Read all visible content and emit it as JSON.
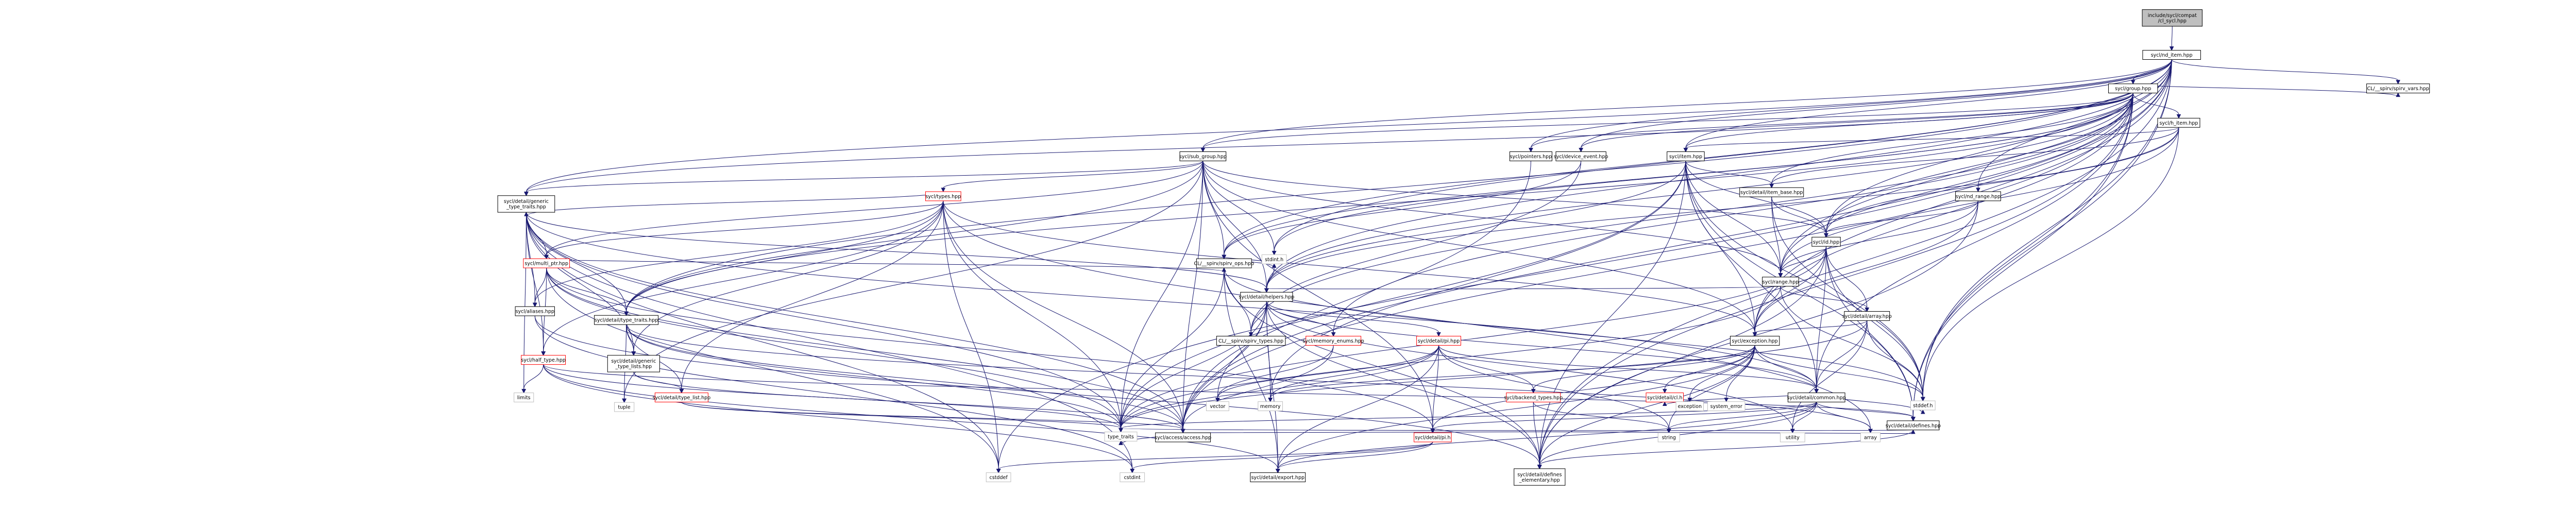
{
  "colors": {
    "root_fill": "#bfbfbf",
    "node_fill": "#ffffff",
    "node_stroke": "#000000",
    "external_stroke": "#bfbfbf",
    "truncated_stroke": "#ff0000",
    "edge": "#191970"
  },
  "nodes": [
    {
      "id": "root",
      "lines": [
        "include/sycl/compat",
        "/cl_sycl.hpp"
      ],
      "kind": "root"
    },
    {
      "id": "nd_item",
      "lines": [
        "sycl/nd_item.hpp"
      ],
      "kind": "normal"
    },
    {
      "id": "group",
      "lines": [
        "sycl/group.hpp"
      ],
      "kind": "normal"
    },
    {
      "id": "spirv_vars",
      "lines": [
        "CL/__spirv/spirv_vars.hpp"
      ],
      "kind": "normal"
    },
    {
      "id": "h_item",
      "lines": [
        "sycl/h_item.hpp"
      ],
      "kind": "normal"
    },
    {
      "id": "sub_group",
      "lines": [
        "sycl/sub_group.hpp"
      ],
      "kind": "normal"
    },
    {
      "id": "device_event",
      "lines": [
        "sycl/device_event.hpp"
      ],
      "kind": "normal"
    },
    {
      "id": "item",
      "lines": [
        "sycl/item.hpp"
      ],
      "kind": "normal"
    },
    {
      "id": "pointers",
      "lines": [
        "sycl/pointers.hpp"
      ],
      "kind": "normal"
    },
    {
      "id": "types",
      "lines": [
        "sycl/types.hpp"
      ],
      "kind": "truncated"
    },
    {
      "id": "generic_type_traits",
      "lines": [
        "sycl/detail/generic",
        "_type_traits.hpp"
      ],
      "kind": "normal"
    },
    {
      "id": "item_base",
      "lines": [
        "sycl/detail/item_base.hpp"
      ],
      "kind": "normal"
    },
    {
      "id": "nd_range",
      "lines": [
        "sycl/nd_range.hpp"
      ],
      "kind": "normal"
    },
    {
      "id": "id",
      "lines": [
        "sycl/id.hpp"
      ],
      "kind": "normal"
    },
    {
      "id": "multi_ptr",
      "lines": [
        "sycl/multi_ptr.hpp"
      ],
      "kind": "truncated"
    },
    {
      "id": "spirv_ops",
      "lines": [
        "CL/__spirv/spirv_ops.hpp"
      ],
      "kind": "normal"
    },
    {
      "id": "range",
      "lines": [
        "sycl/range.hpp"
      ],
      "kind": "normal"
    },
    {
      "id": "aliases",
      "lines": [
        "sycl/aliases.hpp"
      ],
      "kind": "normal"
    },
    {
      "id": "type_traits_detail",
      "lines": [
        "sycl/detail/type_traits.hpp"
      ],
      "kind": "normal"
    },
    {
      "id": "helpers",
      "lines": [
        "sycl/detail/helpers.hpp"
      ],
      "kind": "normal"
    },
    {
      "id": "array",
      "lines": [
        "sycl/detail/array.hpp"
      ],
      "kind": "normal"
    },
    {
      "id": "half_type",
      "lines": [
        "sycl/half_type.hpp"
      ],
      "kind": "truncated"
    },
    {
      "id": "generic_type_lists",
      "lines": [
        "sycl/detail/generic",
        "_type_lists.hpp"
      ],
      "kind": "normal"
    },
    {
      "id": "spirv_types",
      "lines": [
        "CL/__spirv/spirv_types.hpp"
      ],
      "kind": "normal"
    },
    {
      "id": "memory_enums",
      "lines": [
        "sycl/memory_enums.hpp"
      ],
      "kind": "truncated"
    },
    {
      "id": "pi_hpp",
      "lines": [
        "sycl/detail/pi.hpp"
      ],
      "kind": "truncated"
    },
    {
      "id": "exception",
      "lines": [
        "sycl/exception.hpp"
      ],
      "kind": "normal"
    },
    {
      "id": "type_list",
      "lines": [
        "sycl/detail/type_list.hpp"
      ],
      "kind": "truncated"
    },
    {
      "id": "backend_types",
      "lines": [
        "sycl/backend_types.hpp"
      ],
      "kind": "truncated"
    },
    {
      "id": "cl_h",
      "lines": [
        "sycl/detail/cl.h"
      ],
      "kind": "truncated"
    },
    {
      "id": "common",
      "lines": [
        "sycl/detail/common.hpp"
      ],
      "kind": "normal"
    },
    {
      "id": "defines",
      "lines": [
        "sycl/detail/defines.hpp"
      ],
      "kind": "normal"
    },
    {
      "id": "access",
      "lines": [
        "sycl/access/access.hpp"
      ],
      "kind": "normal"
    },
    {
      "id": "pi_h",
      "lines": [
        "sycl/detail/pi.h"
      ],
      "kind": "truncated"
    },
    {
      "id": "export",
      "lines": [
        "sycl/detail/export.hpp"
      ],
      "kind": "normal"
    },
    {
      "id": "defines_elementary",
      "lines": [
        "sycl/detail/defines",
        "_elementary.hpp"
      ],
      "kind": "normal"
    },
    {
      "id": "tuple",
      "lines": [
        "tuple"
      ],
      "kind": "external"
    },
    {
      "id": "limits",
      "lines": [
        "limits"
      ],
      "kind": "external"
    },
    {
      "id": "stdint_h",
      "lines": [
        "stdint.h"
      ],
      "kind": "external"
    },
    {
      "id": "vector",
      "lines": [
        "vector"
      ],
      "kind": "external"
    },
    {
      "id": "memory",
      "lines": [
        "memory"
      ],
      "kind": "external"
    },
    {
      "id": "exception_std",
      "lines": [
        "exception"
      ],
      "kind": "external"
    },
    {
      "id": "system_error",
      "lines": [
        "system_error"
      ],
      "kind": "external"
    },
    {
      "id": "stddef_h",
      "lines": [
        "stddef.h"
      ],
      "kind": "external"
    },
    {
      "id": "type_traits",
      "lines": [
        "type_traits"
      ],
      "kind": "external"
    },
    {
      "id": "utility",
      "lines": [
        "utility"
      ],
      "kind": "external"
    },
    {
      "id": "string",
      "lines": [
        "string"
      ],
      "kind": "external"
    },
    {
      "id": "array_std",
      "lines": [
        "array"
      ],
      "kind": "external"
    },
    {
      "id": "cstddef",
      "lines": [
        "cstddef"
      ],
      "kind": "external"
    },
    {
      "id": "cstdint",
      "lines": [
        "cstdint"
      ],
      "kind": "external"
    }
  ],
  "edges": [
    [
      "root",
      "nd_item"
    ],
    [
      "nd_item",
      "group"
    ],
    [
      "nd_item",
      "spirv_vars"
    ],
    [
      "nd_item",
      "sub_group"
    ],
    [
      "nd_item",
      "device_event"
    ],
    [
      "nd_item",
      "item"
    ],
    [
      "nd_item",
      "pointers"
    ],
    [
      "nd_item",
      "nd_range"
    ],
    [
      "nd_item",
      "id"
    ],
    [
      "nd_item",
      "range"
    ],
    [
      "nd_item",
      "helpers"
    ],
    [
      "nd_item",
      "generic_type_traits"
    ],
    [
      "nd_item",
      "spirv_ops"
    ],
    [
      "nd_item",
      "exception"
    ],
    [
      "nd_item",
      "defines"
    ],
    [
      "nd_item",
      "access"
    ],
    [
      "nd_item",
      "defines_elementary"
    ],
    [
      "nd_item",
      "stddef_h"
    ],
    [
      "nd_item",
      "cstddef"
    ],
    [
      "nd_item",
      "stdint_h"
    ],
    [
      "nd_item",
      "type_traits_detail"
    ],
    [
      "group",
      "h_item"
    ],
    [
      "group",
      "sub_group"
    ],
    [
      "group",
      "device_event"
    ],
    [
      "group",
      "item"
    ],
    [
      "group",
      "pointers"
    ],
    [
      "group",
      "item_base"
    ],
    [
      "group",
      "id"
    ],
    [
      "group",
      "range"
    ],
    [
      "group",
      "helpers"
    ],
    [
      "group",
      "generic_type_traits"
    ],
    [
      "group",
      "spirv_ops"
    ],
    [
      "group",
      "spirv_types"
    ],
    [
      "group",
      "memory_enums"
    ],
    [
      "group",
      "exception"
    ],
    [
      "group",
      "common"
    ],
    [
      "group",
      "defines"
    ],
    [
      "group",
      "stddef_h"
    ],
    [
      "group",
      "stdint_h"
    ],
    [
      "group",
      "type_traits_detail"
    ],
    [
      "group",
      "defines_elementary"
    ],
    [
      "group",
      "access"
    ],
    [
      "group",
      "spirv_vars"
    ],
    [
      "h_item",
      "item"
    ],
    [
      "h_item",
      "item_base"
    ],
    [
      "h_item",
      "id"
    ],
    [
      "h_item",
      "range"
    ],
    [
      "h_item",
      "stddef_h"
    ],
    [
      "h_item",
      "helpers"
    ],
    [
      "sub_group",
      "types"
    ],
    [
      "sub_group",
      "generic_type_traits"
    ],
    [
      "sub_group",
      "multi_ptr"
    ],
    [
      "sub_group",
      "type_traits_detail"
    ],
    [
      "sub_group",
      "spirv_ops"
    ],
    [
      "sub_group",
      "range"
    ],
    [
      "sub_group",
      "id"
    ],
    [
      "sub_group",
      "exception"
    ],
    [
      "sub_group",
      "access"
    ],
    [
      "sub_group",
      "type_traits"
    ],
    [
      "sub_group",
      "tuple"
    ],
    [
      "sub_group",
      "pi_h"
    ],
    [
      "sub_group",
      "stdint_h"
    ],
    [
      "sub_group",
      "helpers"
    ],
    [
      "device_event",
      "spirv_ops"
    ],
    [
      "device_event",
      "spirv_types"
    ],
    [
      "item",
      "item_base"
    ],
    [
      "item",
      "id"
    ],
    [
      "item",
      "range"
    ],
    [
      "item",
      "helpers"
    ],
    [
      "item",
      "exception"
    ],
    [
      "item",
      "common"
    ],
    [
      "item",
      "defines"
    ],
    [
      "item",
      "memory"
    ],
    [
      "item",
      "stddef_h"
    ],
    [
      "item",
      "type_traits"
    ],
    [
      "item",
      "defines_elementary"
    ],
    [
      "pointers",
      "access"
    ],
    [
      "types",
      "generic_type_traits"
    ],
    [
      "types",
      "multi_ptr"
    ],
    [
      "types",
      "half_type"
    ],
    [
      "types",
      "aliases"
    ],
    [
      "types",
      "type_traits_detail"
    ],
    [
      "types",
      "exception"
    ],
    [
      "types",
      "access"
    ],
    [
      "types",
      "generic_type_lists"
    ],
    [
      "types",
      "type_list"
    ],
    [
      "types",
      "array_std"
    ],
    [
      "types",
      "cstddef"
    ],
    [
      "types",
      "type_traits"
    ],
    [
      "generic_type_traits",
      "aliases"
    ],
    [
      "generic_type_traits",
      "half_type"
    ],
    [
      "generic_type_traits",
      "multi_ptr"
    ],
    [
      "generic_type_traits",
      "type_traits_detail"
    ],
    [
      "generic_type_traits",
      "generic_type_lists"
    ],
    [
      "generic_type_traits",
      "access"
    ],
    [
      "generic_type_traits",
      "helpers"
    ],
    [
      "generic_type_traits",
      "limits"
    ],
    [
      "generic_type_traits",
      "type_traits"
    ],
    [
      "generic_type_traits",
      "common"
    ],
    [
      "generic_type_traits",
      "cstddef"
    ],
    [
      "generic_type_traits",
      "cstdint"
    ],
    [
      "item_base",
      "id"
    ],
    [
      "item_base",
      "range"
    ],
    [
      "item_base",
      "stddef_h"
    ],
    [
      "nd_range",
      "id"
    ],
    [
      "nd_range",
      "range"
    ],
    [
      "nd_range",
      "exception"
    ],
    [
      "nd_range",
      "defines_elementary"
    ],
    [
      "id",
      "range"
    ],
    [
      "id",
      "array"
    ],
    [
      "id",
      "common"
    ],
    [
      "id",
      "defines"
    ],
    [
      "id",
      "exception"
    ],
    [
      "id",
      "stddef_h"
    ],
    [
      "id",
      "type_traits"
    ],
    [
      "id",
      "defines_elementary"
    ],
    [
      "multi_ptr",
      "aliases"
    ],
    [
      "multi_ptr",
      "half_type"
    ],
    [
      "multi_ptr",
      "type_traits_detail"
    ],
    [
      "multi_ptr",
      "spirv_ops"
    ],
    [
      "multi_ptr",
      "access"
    ],
    [
      "multi_ptr",
      "cstddef"
    ],
    [
      "multi_ptr",
      "pi_h"
    ],
    [
      "multi_ptr",
      "type_traits"
    ],
    [
      "spirv_ops",
      "spirv_types"
    ],
    [
      "spirv_ops",
      "export"
    ],
    [
      "spirv_ops",
      "defines_elementary"
    ],
    [
      "spirv_ops",
      "stdint_h"
    ],
    [
      "spirv_ops",
      "stddef_h"
    ],
    [
      "spirv_ops",
      "type_traits"
    ],
    [
      "range",
      "array"
    ],
    [
      "range",
      "helpers"
    ],
    [
      "range",
      "stddef_h"
    ],
    [
      "range",
      "type_traits"
    ],
    [
      "aliases",
      "defines_elementary"
    ],
    [
      "aliases",
      "cstdint"
    ],
    [
      "type_traits_detail",
      "generic_type_lists"
    ],
    [
      "type_traits_detail",
      "type_list"
    ],
    [
      "type_traits_detail",
      "access"
    ],
    [
      "type_traits_detail",
      "tuple"
    ],
    [
      "type_traits_detail",
      "type_traits"
    ],
    [
      "type_traits_detail",
      "array_std"
    ],
    [
      "helpers",
      "spirv_types"
    ],
    [
      "helpers",
      "memory_enums"
    ],
    [
      "helpers",
      "pi_hpp"
    ],
    [
      "helpers",
      "export"
    ],
    [
      "helpers",
      "access"
    ],
    [
      "helpers",
      "common"
    ],
    [
      "helpers",
      "type_traits"
    ],
    [
      "helpers",
      "memory"
    ],
    [
      "helpers",
      "stdint_h"
    ],
    [
      "helpers",
      "utility"
    ],
    [
      "helpers",
      "vector"
    ],
    [
      "helpers",
      "defines_elementary"
    ],
    [
      "array",
      "exception"
    ],
    [
      "array",
      "common"
    ],
    [
      "array",
      "stddef_h"
    ],
    [
      "array",
      "type_traits"
    ],
    [
      "array",
      "utility"
    ],
    [
      "half_type",
      "defines"
    ],
    [
      "half_type",
      "export"
    ],
    [
      "half_type",
      "cstdint"
    ],
    [
      "half_type",
      "type_traits"
    ],
    [
      "half_type",
      "limits"
    ],
    [
      "half_type",
      "iostream_like"
    ],
    [
      "generic_type_lists",
      "type_list"
    ],
    [
      "generic_type_lists",
      "access"
    ],
    [
      "memory_enums",
      "vector"
    ],
    [
      "memory_enums",
      "access"
    ],
    [
      "pi_hpp",
      "backend_types"
    ],
    [
      "pi_hpp",
      "common"
    ],
    [
      "pi_hpp",
      "export"
    ],
    [
      "pi_hpp",
      "pi_h"
    ],
    [
      "pi_hpp",
      "memory"
    ],
    [
      "pi_hpp",
      "vector"
    ],
    [
      "pi_hpp",
      "string"
    ],
    [
      "pi_hpp",
      "type_traits"
    ],
    [
      "exception",
      "cl_h"
    ],
    [
      "exception",
      "common"
    ],
    [
      "exception",
      "export"
    ],
    [
      "exception",
      "backend_types"
    ],
    [
      "exception",
      "defines_elementary"
    ],
    [
      "exception",
      "exception_std"
    ],
    [
      "exception",
      "system_error"
    ],
    [
      "exception",
      "memory"
    ],
    [
      "exception",
      "string"
    ],
    [
      "exception",
      "stddef_h"
    ],
    [
      "exception",
      "pi_h"
    ],
    [
      "type_list",
      "access"
    ],
    [
      "type_list",
      "type_traits"
    ],
    [
      "backend_types",
      "defines_elementary"
    ],
    [
      "backend_types",
      "string"
    ],
    [
      "common",
      "cl_h"
    ],
    [
      "common",
      "defines"
    ],
    [
      "common",
      "export"
    ],
    [
      "common",
      "pi_h"
    ],
    [
      "common",
      "stddef_h"
    ],
    [
      "common",
      "string"
    ],
    [
      "common",
      "type_traits"
    ],
    [
      "common",
      "utility"
    ],
    [
      "common",
      "array_std"
    ],
    [
      "common",
      "defines_elementary"
    ],
    [
      "defines",
      "defines_elementary"
    ],
    [
      "defines",
      "type_traits"
    ],
    [
      "access",
      "defines"
    ],
    [
      "access",
      "type_traits"
    ],
    [
      "pi_h",
      "export"
    ],
    [
      "pi_h",
      "cstdint"
    ],
    [
      "pi_h",
      "cstddef"
    ]
  ]
}
